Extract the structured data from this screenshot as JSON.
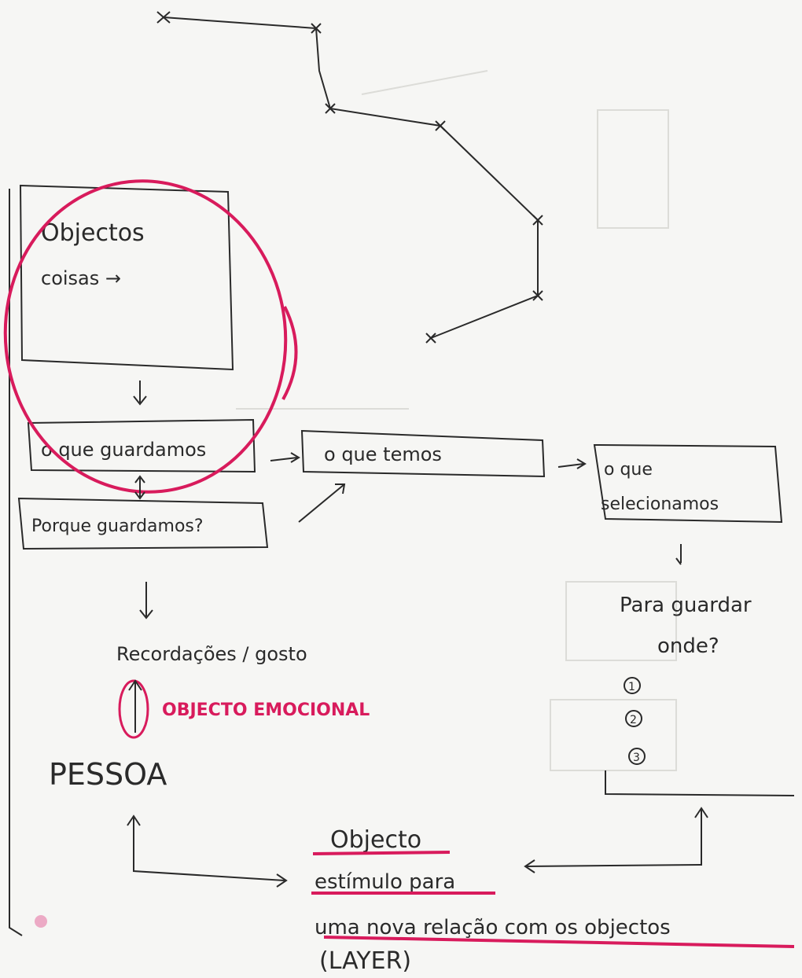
{
  "sketch": {
    "box_objectos": {
      "title": "Objectos",
      "sub": "coisas →"
    },
    "box_guardamos": "o que guardamos",
    "box_temos": "o que temos",
    "box_selecionamos": {
      "line1": "o que",
      "line2": "selecionamos"
    },
    "box_porque": "Porque guardamos?",
    "recordacoes": "Recordações / gosto",
    "objecto_emocional": "OBJECTO EMOCIONAL",
    "pessoa": "PESSOA",
    "para_guardar": {
      "line1": "Para guardar",
      "line2": "onde?"
    },
    "numbered": [
      "1",
      "2",
      "3"
    ],
    "objecto": {
      "line1": "Objecto",
      "line2": "estímulo para",
      "line3": "uma nova relação com os objectos",
      "line4": "(LAYER)"
    }
  },
  "colors": {
    "ink": "#2a2a2a",
    "marker": "#d81b5c"
  }
}
